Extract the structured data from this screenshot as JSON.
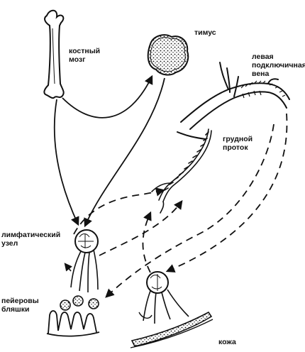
{
  "labels": {
    "bone_marrow": [
      "костный",
      "мозг"
    ],
    "thymus": [
      "тимус"
    ],
    "left_subclavian_vein": [
      "левая",
      "подключичная",
      "вена"
    ],
    "thoracic_duct": [
      "грудной",
      "проток"
    ],
    "lymph_node": [
      "лимфатический",
      "узел"
    ],
    "peyers_patches": [
      "пейеровы",
      "бляшки"
    ],
    "skin": [
      "кожа"
    ]
  },
  "colors": {
    "ink": "#111111",
    "background": "#ffffff"
  }
}
